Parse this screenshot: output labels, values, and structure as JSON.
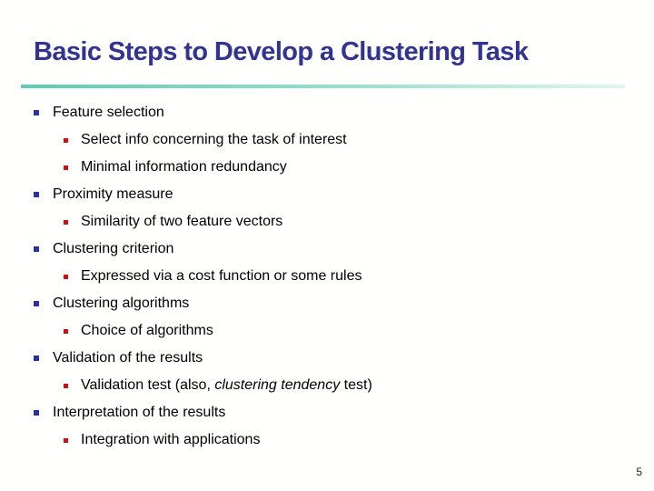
{
  "slide": {
    "title": "Basic Steps to Develop a Clustering Task",
    "page_number": "5",
    "colors": {
      "background": "#fffffe",
      "title": "#333392",
      "body_text": "#000000",
      "bullet_level1": "#2e2eb0",
      "bullet_level2": "#cc1111",
      "rule_left": "#5fcdb1",
      "rule_mid": "#97e0cc",
      "rule_right": "#def7f0"
    },
    "bullets": [
      {
        "level": 1,
        "segments": [
          {
            "text": "Feature selection",
            "italic": false
          }
        ]
      },
      {
        "level": 2,
        "segments": [
          {
            "text": "Select info concerning the task of interest",
            "italic": false
          }
        ]
      },
      {
        "level": 2,
        "segments": [
          {
            "text": "Minimal information redundancy",
            "italic": false
          }
        ]
      },
      {
        "level": 1,
        "segments": [
          {
            "text": "Proximity measure",
            "italic": false
          }
        ]
      },
      {
        "level": 2,
        "segments": [
          {
            "text": "Similarity of two feature vectors",
            "italic": false
          }
        ]
      },
      {
        "level": 1,
        "segments": [
          {
            "text": "Clustering criterion",
            "italic": false
          }
        ]
      },
      {
        "level": 2,
        "segments": [
          {
            "text": "Expressed via a cost function or some rules",
            "italic": false
          }
        ]
      },
      {
        "level": 1,
        "segments": [
          {
            "text": "Clustering algorithms",
            "italic": false
          }
        ]
      },
      {
        "level": 2,
        "segments": [
          {
            "text": "Choice of algorithms",
            "italic": false
          }
        ]
      },
      {
        "level": 1,
        "segments": [
          {
            "text": "Validation of the results",
            "italic": false
          }
        ]
      },
      {
        "level": 2,
        "segments": [
          {
            "text": "Validation test (also, ",
            "italic": false
          },
          {
            "text": "clustering tendency",
            "italic": true
          },
          {
            "text": " test)",
            "italic": false
          }
        ]
      },
      {
        "level": 1,
        "segments": [
          {
            "text": "Interpretation of the results",
            "italic": false
          }
        ]
      },
      {
        "level": 2,
        "segments": [
          {
            "text": "Integration with applications",
            "italic": false
          }
        ]
      }
    ]
  }
}
